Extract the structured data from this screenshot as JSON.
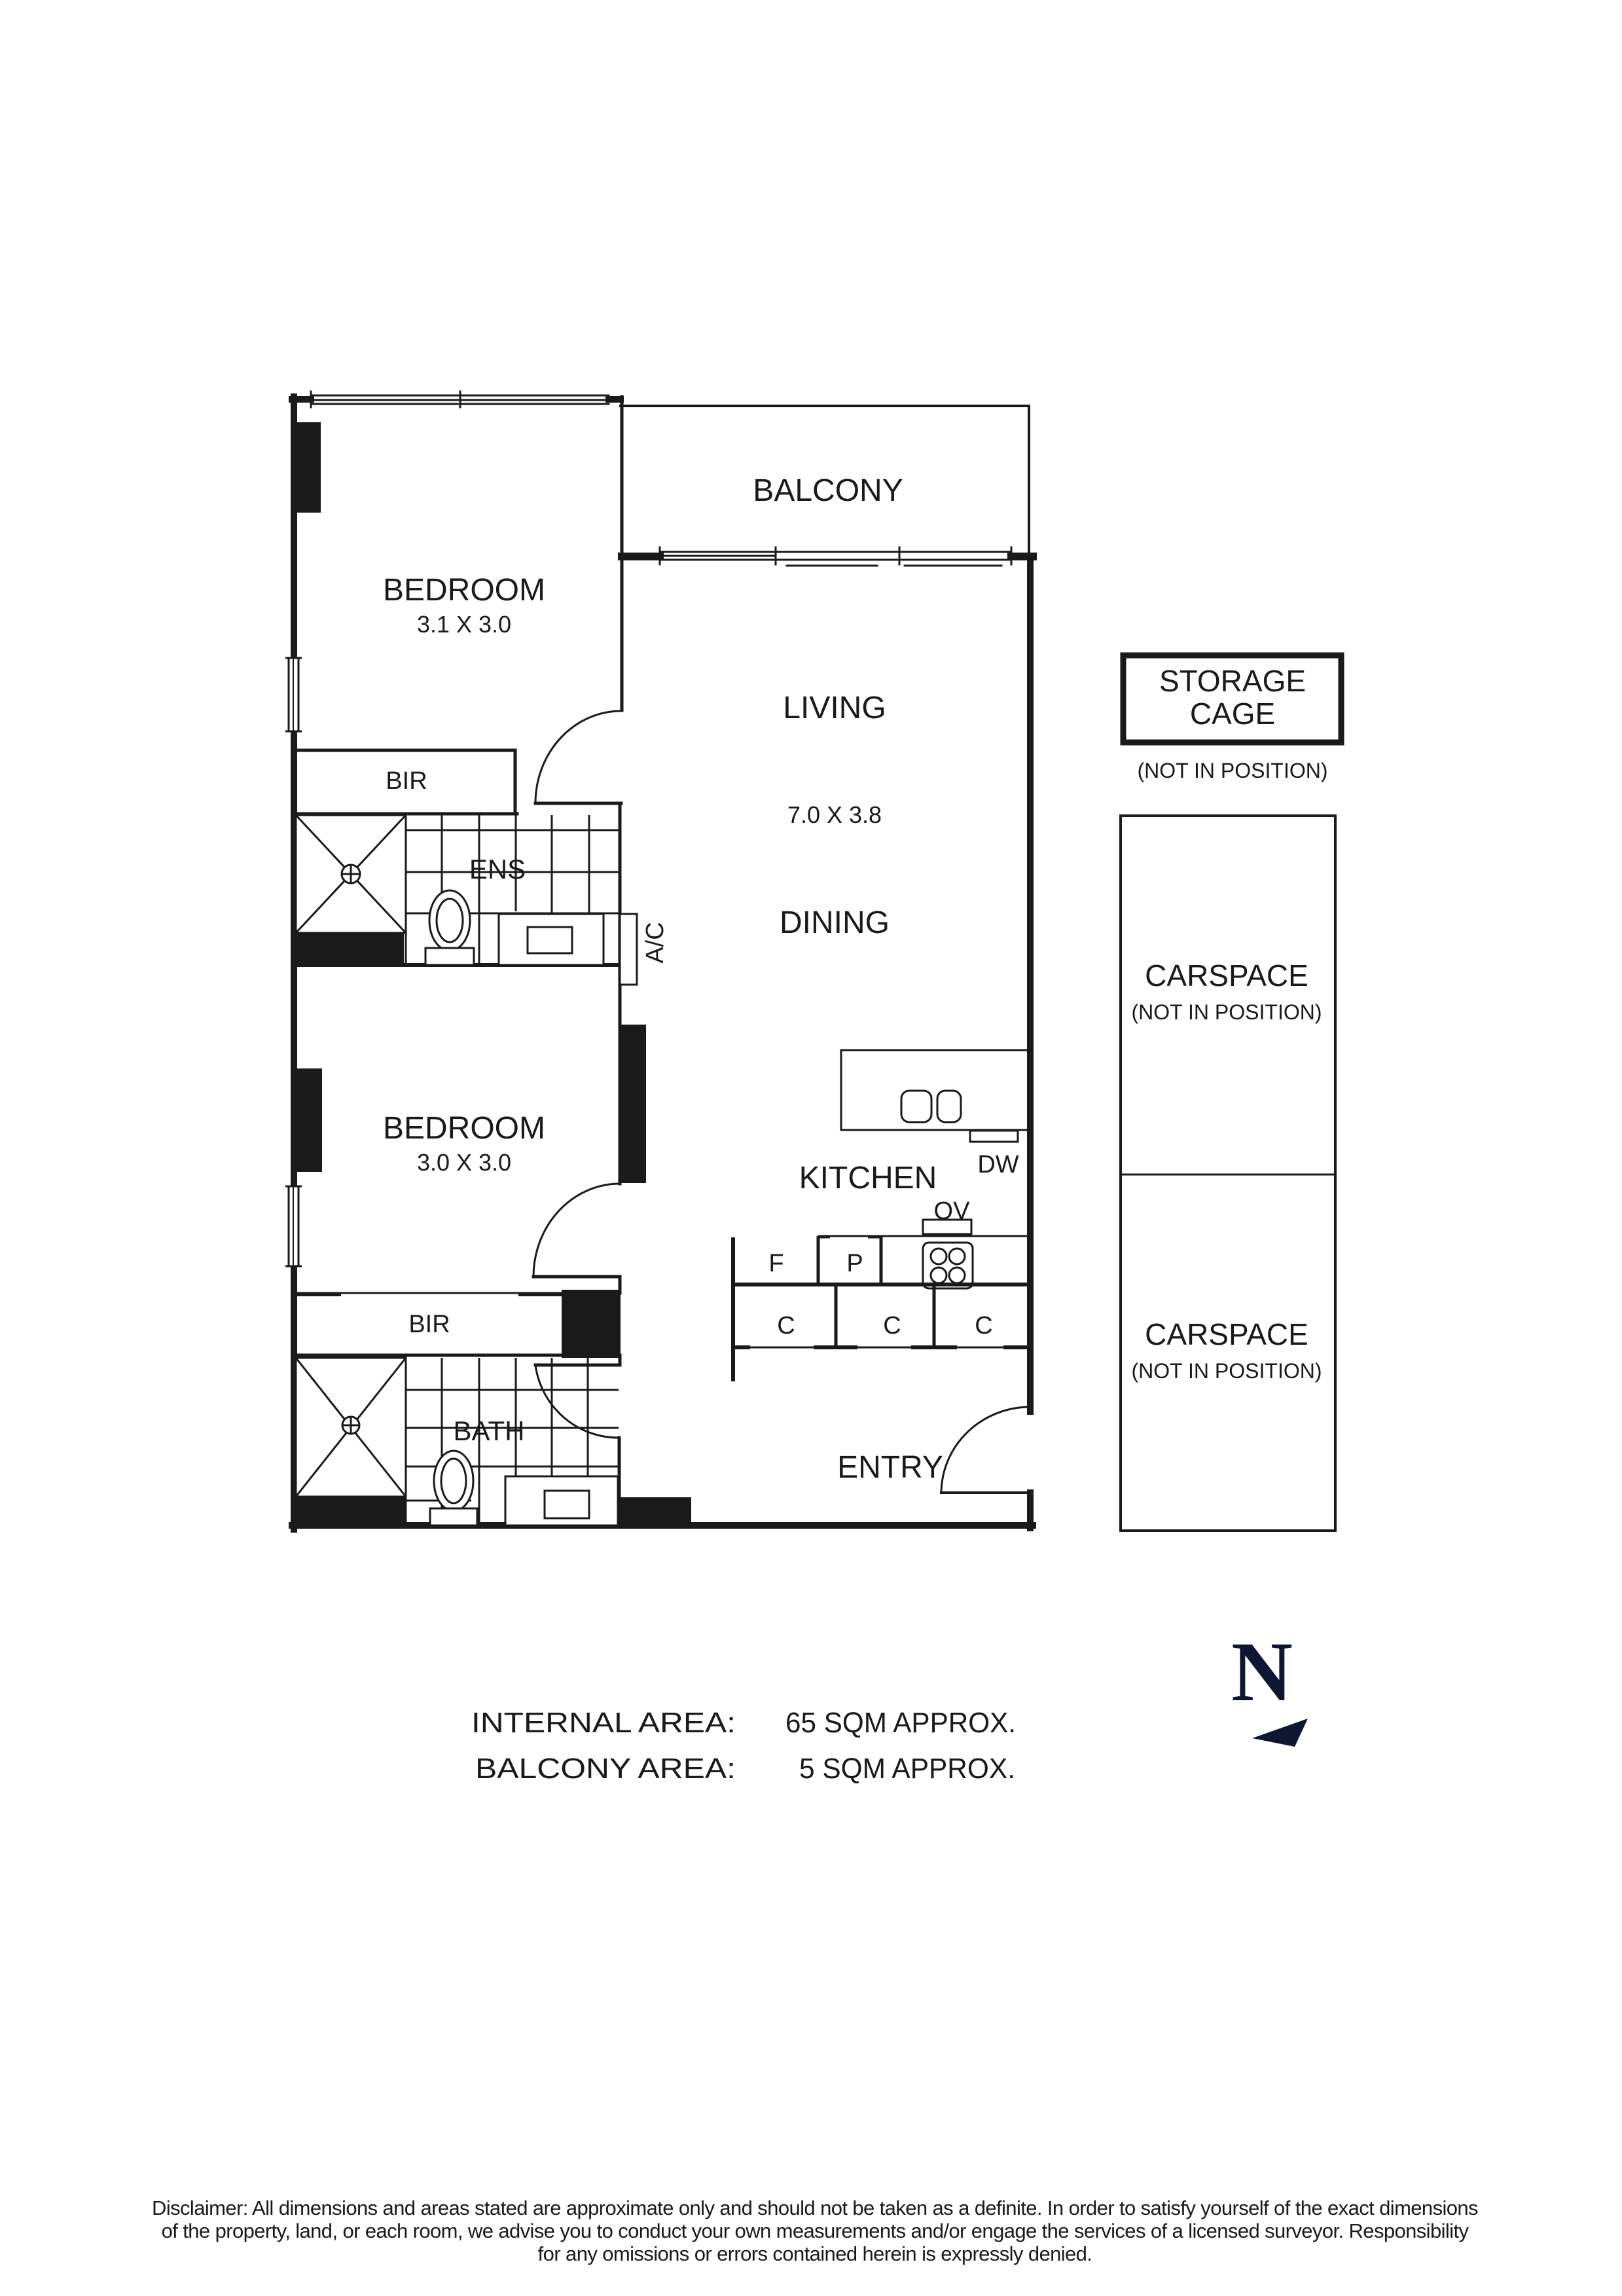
{
  "floorplan": {
    "rooms": {
      "balcony": {
        "label": "BALCONY"
      },
      "bedroom1": {
        "label": "BEDROOM",
        "dimensions": "3.1 X 3.0"
      },
      "bedroom2": {
        "label": "BEDROOM",
        "dimensions": "3.0 X 3.0"
      },
      "bir1": {
        "label": "BIR"
      },
      "bir2": {
        "label": "BIR"
      },
      "ensuite": {
        "label": "ENS"
      },
      "bath": {
        "label": "BATH"
      },
      "living": {
        "label": "LIVING",
        "dimensions": "7.0 X 3.8"
      },
      "dining": {
        "label": "DINING"
      },
      "kitchen": {
        "label": "KITCHEN"
      },
      "entry": {
        "label": "ENTRY"
      }
    },
    "fixtures": {
      "ac": "A/C",
      "dishwasher": "DW",
      "oven": "OV",
      "fridge": "F",
      "pantry": "P",
      "cupboards": [
        "C",
        "C",
        "C"
      ]
    }
  },
  "side_areas": {
    "storage": {
      "title_line1": "STORAGE",
      "title_line2": "CAGE",
      "note": "(NOT IN POSITION)"
    },
    "carspaces": [
      {
        "label": "CARSPACE",
        "note": "(NOT IN POSITION)"
      },
      {
        "label": "CARSPACE",
        "note": "(NOT IN POSITION)"
      }
    ]
  },
  "areas": {
    "internal": {
      "label": "INTERNAL AREA:",
      "value": "65 SQM APPROX."
    },
    "balcony": {
      "label": "BALCONY AREA:",
      "value": "5 SQM APPROX."
    }
  },
  "compass": {
    "letter": "N",
    "color": "#0e1632"
  },
  "disclaimer": {
    "line1": "Disclaimer: All dimensions and areas stated are approximate only and should not be taken as a definite. In order to satisfy yourself of the exact dimensions",
    "line2": "of the property, land, or each room, we advise you to conduct your own measurements and/or engage the services of a licensed surveyor. Responsibility",
    "line3": "for any omissions or errors contained herein is expressly denied."
  },
  "colors": {
    "wall": "#1a1a1a",
    "background": "#ffffff",
    "compass": "#0e1632"
  }
}
